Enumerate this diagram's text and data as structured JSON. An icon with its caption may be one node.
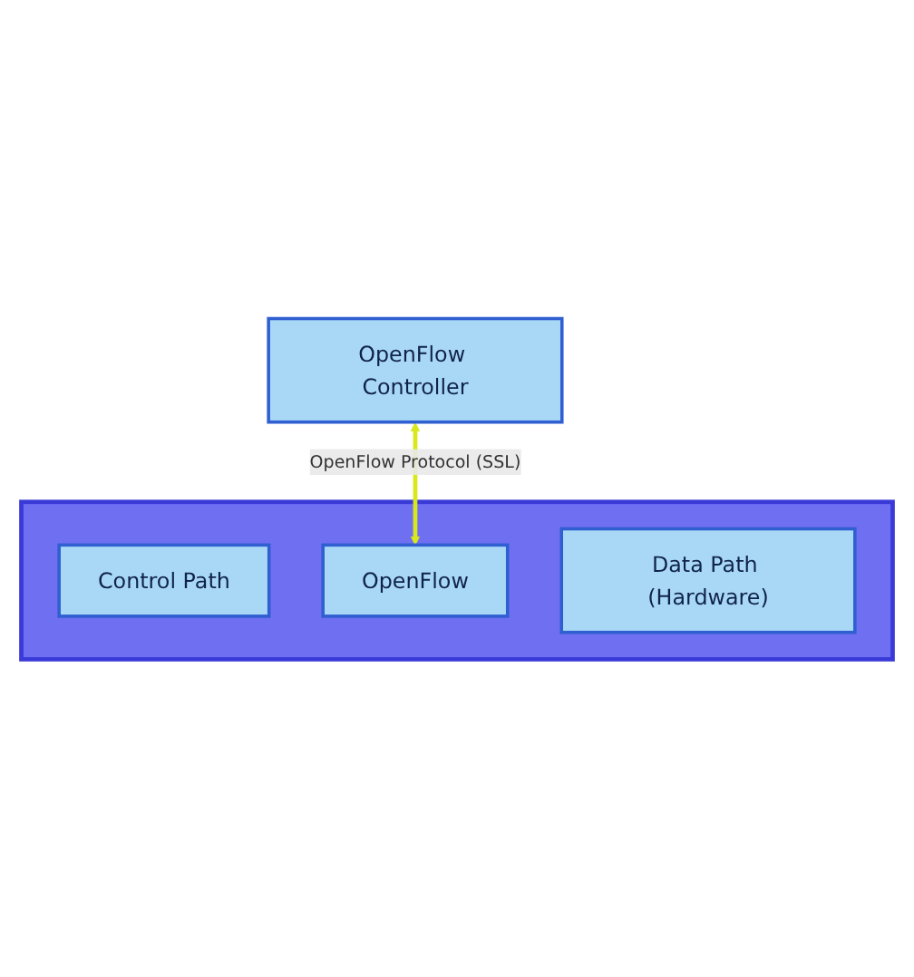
{
  "diagram": {
    "nodes": [
      {
        "text": [
          "OpenFlow Controller"
        ]
      },
      {
        "text": [],
        "shape": "box"
      },
      {
        "text": [
          "Control Path"
        ],
        "in": 1
      },
      {
        "text": [
          "OpenFlow"
        ],
        "in": 1
      },
      {
        "text": [
          "Data Path (Hardware)"
        ],
        "in": 1
      }
    ],
    "edges": [
      {
        "from": 0,
        "to": 3,
        "arrow": "both",
        "label": "OpenFlow Protocol (SSL)",
        "color": "#d8e81c"
      }
    ]
  }
}
